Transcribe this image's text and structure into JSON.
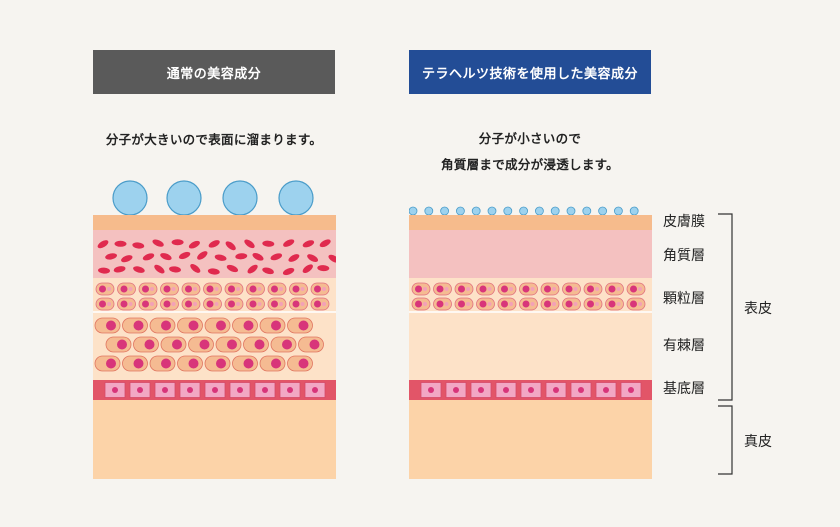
{
  "left_panel": {
    "header": "通常の美容成分",
    "caption_lines": [
      "分子が大きいので表面に溜まります。"
    ]
  },
  "right_panel": {
    "header": "テラヘルツ技術を使用した美容成分",
    "caption_lines": [
      "分子が小さいので",
      "角質層まで成分が浸透します。"
    ]
  },
  "layer_labels": {
    "skin_surface": "皮膚膜",
    "stratum_corneum": "角質層",
    "granular": "顆粒層",
    "spinous": "有棘層",
    "basal": "基底層"
  },
  "bracket_labels": {
    "epidermis": "表皮",
    "dermis": "真皮"
  },
  "colors": {
    "left_header_bg": "#5a5a5a",
    "right_header_bg": "#234d96",
    "molecule": "#9dd2ee",
    "molecule_border": "#4a9cc9",
    "surface": "#f6bb8c",
    "corneum": "#f4c1c0",
    "red_cell": "#e02a4e",
    "cell_body": "#f5bb92",
    "nucleus": "#d8357a",
    "basal": "#e25568",
    "basal_cell": "#f2a7c4",
    "tissue": "#fde2c8",
    "dermis": "#fcd3a8"
  }
}
